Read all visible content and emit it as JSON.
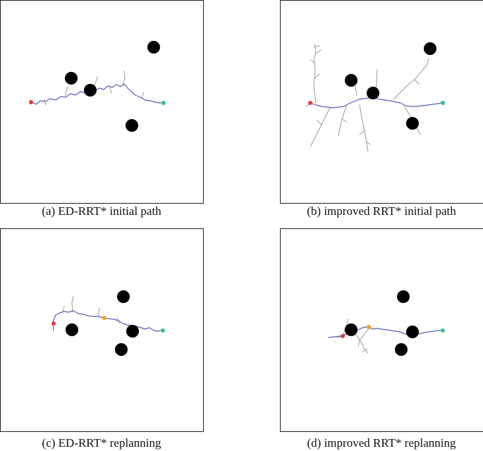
{
  "colors": {
    "path": "#5b5fb8",
    "tree": "#9a9a9a",
    "obstacle": "#000000",
    "start": "#e53935",
    "goal": "#3fbf8f",
    "replan_point": "#f0a020",
    "border": "#222222"
  },
  "panels": [
    {
      "id": "a",
      "caption": "(a) ED-RRT* initial path"
    },
    {
      "id": "b",
      "caption": "(b) improved RRT* initial path"
    },
    {
      "id": "c",
      "caption": "(c) ED-RRT* replanning"
    },
    {
      "id": "d",
      "caption": "(d) improved RRT* replanning"
    }
  ]
}
